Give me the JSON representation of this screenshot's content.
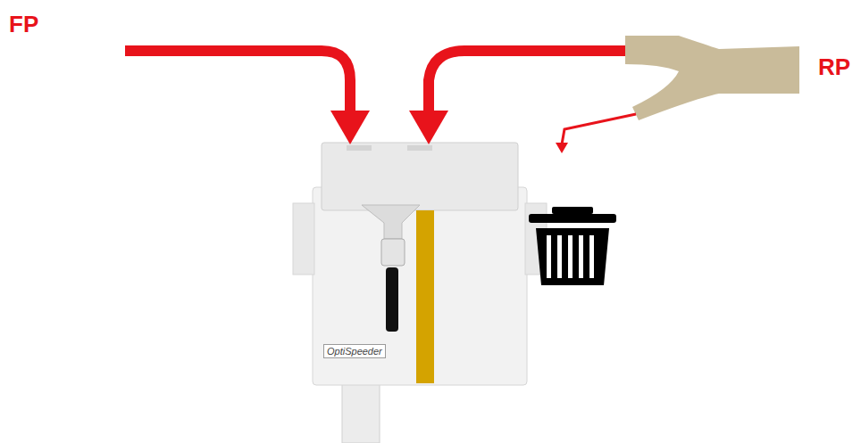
{
  "diagram": {
    "labels": [
      "FP",
      "RP",
      "OptiSpeeder"
    ]
  }
}
